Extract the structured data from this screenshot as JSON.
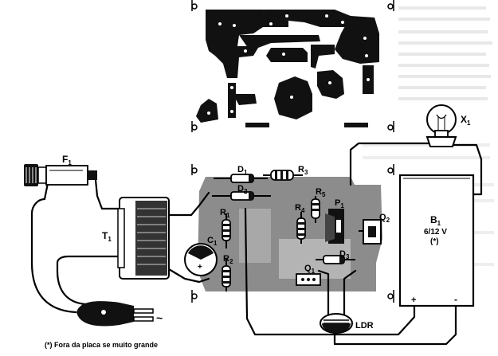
{
  "components": {
    "fuse": "F",
    "fuse_sub": "1",
    "transformer": "T",
    "transformer_sub": "1",
    "capacitor": "C",
    "capacitor_sub": "1",
    "diode1": "D",
    "diode1_sub": "1",
    "diode2": "D",
    "diode2_sub": "2",
    "diode3": "D",
    "diode3_sub": "3",
    "resistor1": "R",
    "resistor1_sub": "1",
    "resistor2": "R",
    "resistor2_sub": "2",
    "resistor3": "R",
    "resistor3_sub": "3",
    "resistor4": "R",
    "resistor4_sub": "4",
    "resistor5": "R",
    "resistor5_sub": "5",
    "potentiometer": "P",
    "potentiometer_sub": "1",
    "transistor1": "Q",
    "transistor1_sub": "1",
    "transistor2": "Q",
    "transistor2_sub": "2",
    "lamp": "X",
    "lamp_sub": "1",
    "battery": "B",
    "battery_sub": "1",
    "battery_voltage": "6/12 V",
    "battery_note": "(*)",
    "battery_plus": "+",
    "battery_minus": "-",
    "ldr": "LDR",
    "ac_symbol": "~"
  },
  "footnote": "(*) Fora da placa se muito grande",
  "colors": {
    "ink": "#000000",
    "board": "#8c8c8c",
    "copper": "#111111",
    "paper": "#ffffff"
  }
}
